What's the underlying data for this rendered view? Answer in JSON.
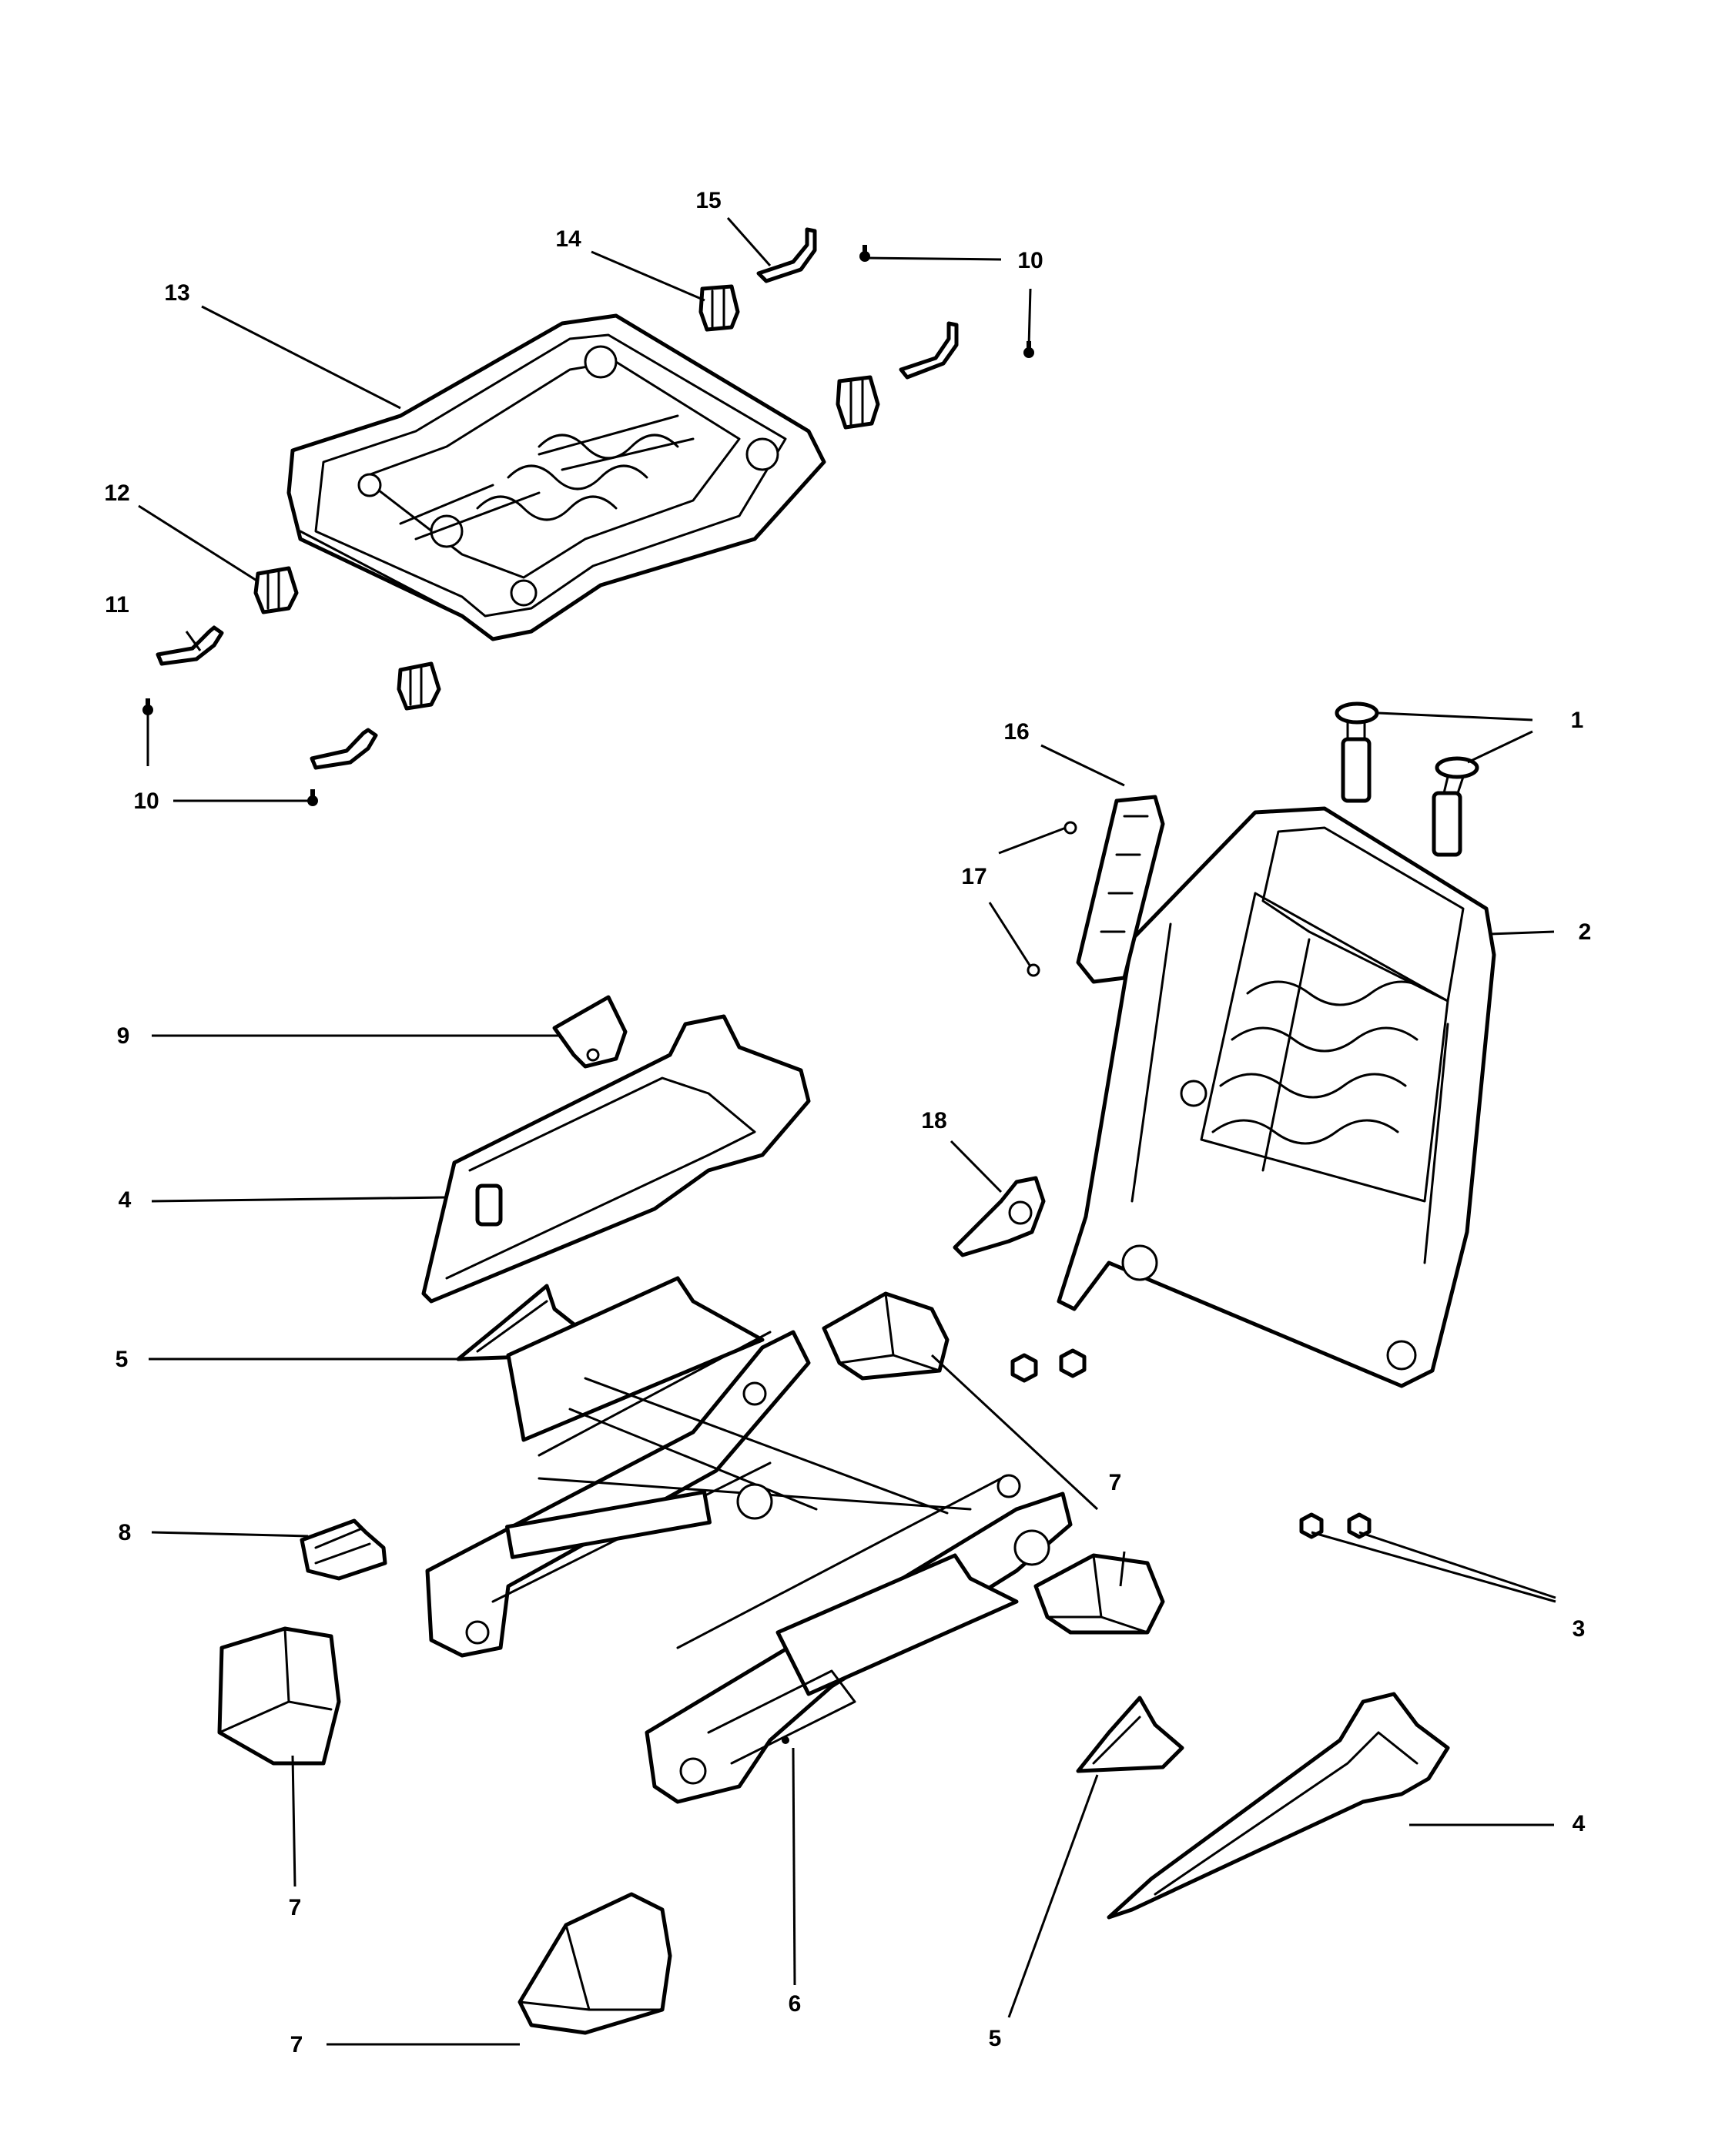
{
  "diagram": {
    "callouts": {
      "c1": "1",
      "c2": "2",
      "c3": "3",
      "c4a": "4",
      "c4b": "4",
      "c5a": "5",
      "c5b": "5",
      "c6": "6",
      "c7a": "7",
      "c7b": "7",
      "c7c": "7",
      "c8": "8",
      "c9": "9",
      "c10a": "10",
      "c10b": "10",
      "c11": "11",
      "c12": "12",
      "c13": "13",
      "c14": "14",
      "c15": "15",
      "c16": "16",
      "c17": "17",
      "c18": "18"
    }
  }
}
